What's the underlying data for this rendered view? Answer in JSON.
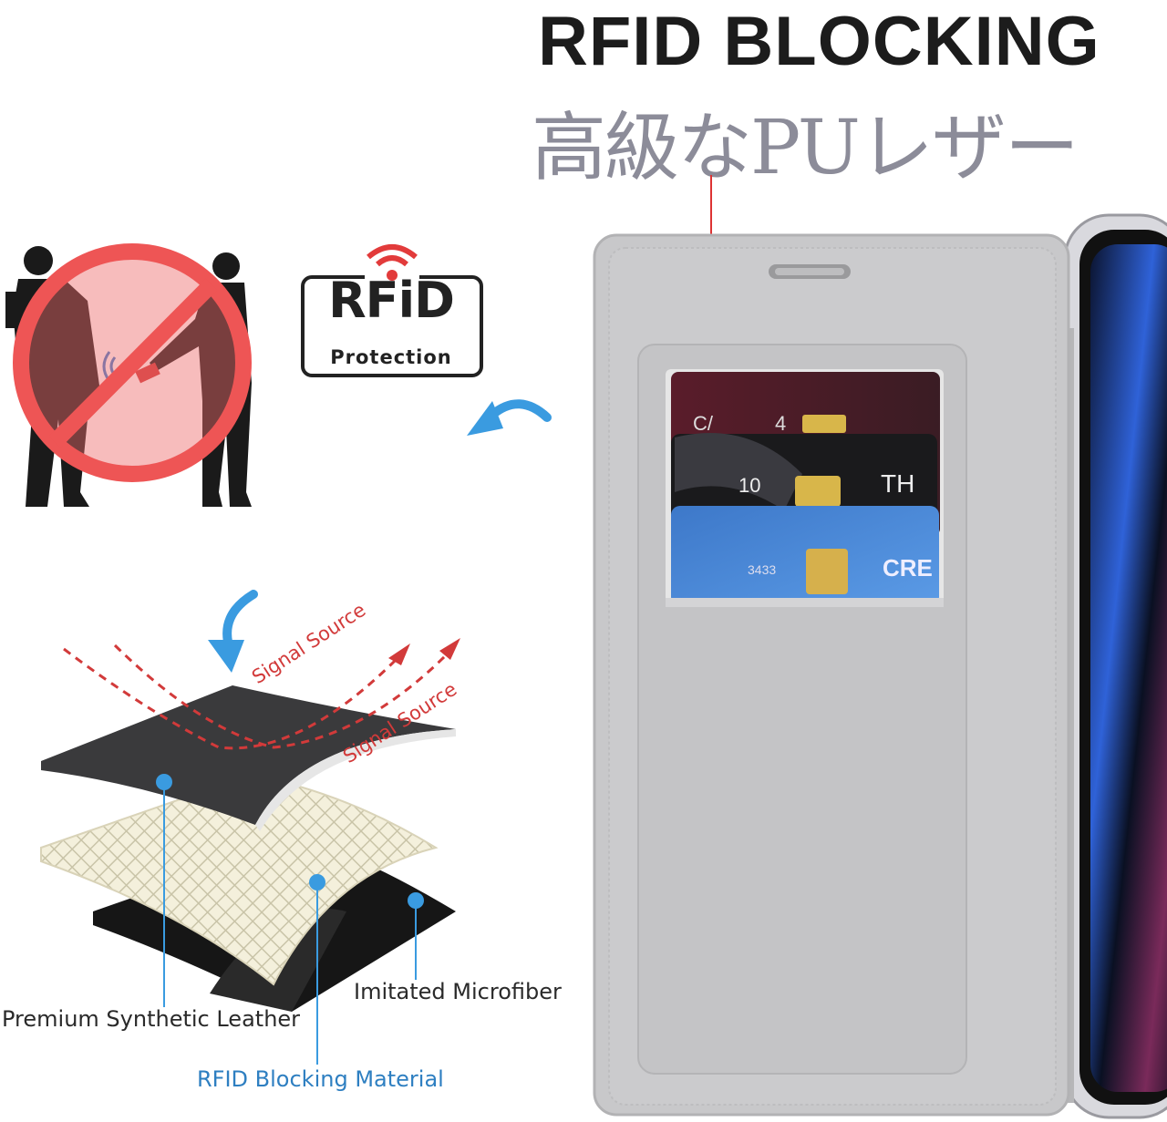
{
  "headline": "RFID BLOCKING",
  "subheadline": "高級なPUレザー",
  "badge": {
    "title": "RFiD",
    "subtitle": "Protection",
    "icon": "wifi-signal-icon",
    "accent": "#e23b3b"
  },
  "layers": {
    "leather": "Premium Synthetic Leather",
    "microfiber": "Imitated Microfiber",
    "blocking": "RFID Blocking Material"
  },
  "signals": [
    "Signal Source",
    "Signal Source"
  ],
  "colors": {
    "pointer_blue": "#3a9be0",
    "signal_red": "#d23a3a",
    "case_gray": "#c7c7c9",
    "no_symbol_red": "#ee6b6b"
  },
  "icons": [
    "no-theft-icon",
    "arrow-curve-left-icon",
    "arrow-curve-down-icon"
  ]
}
